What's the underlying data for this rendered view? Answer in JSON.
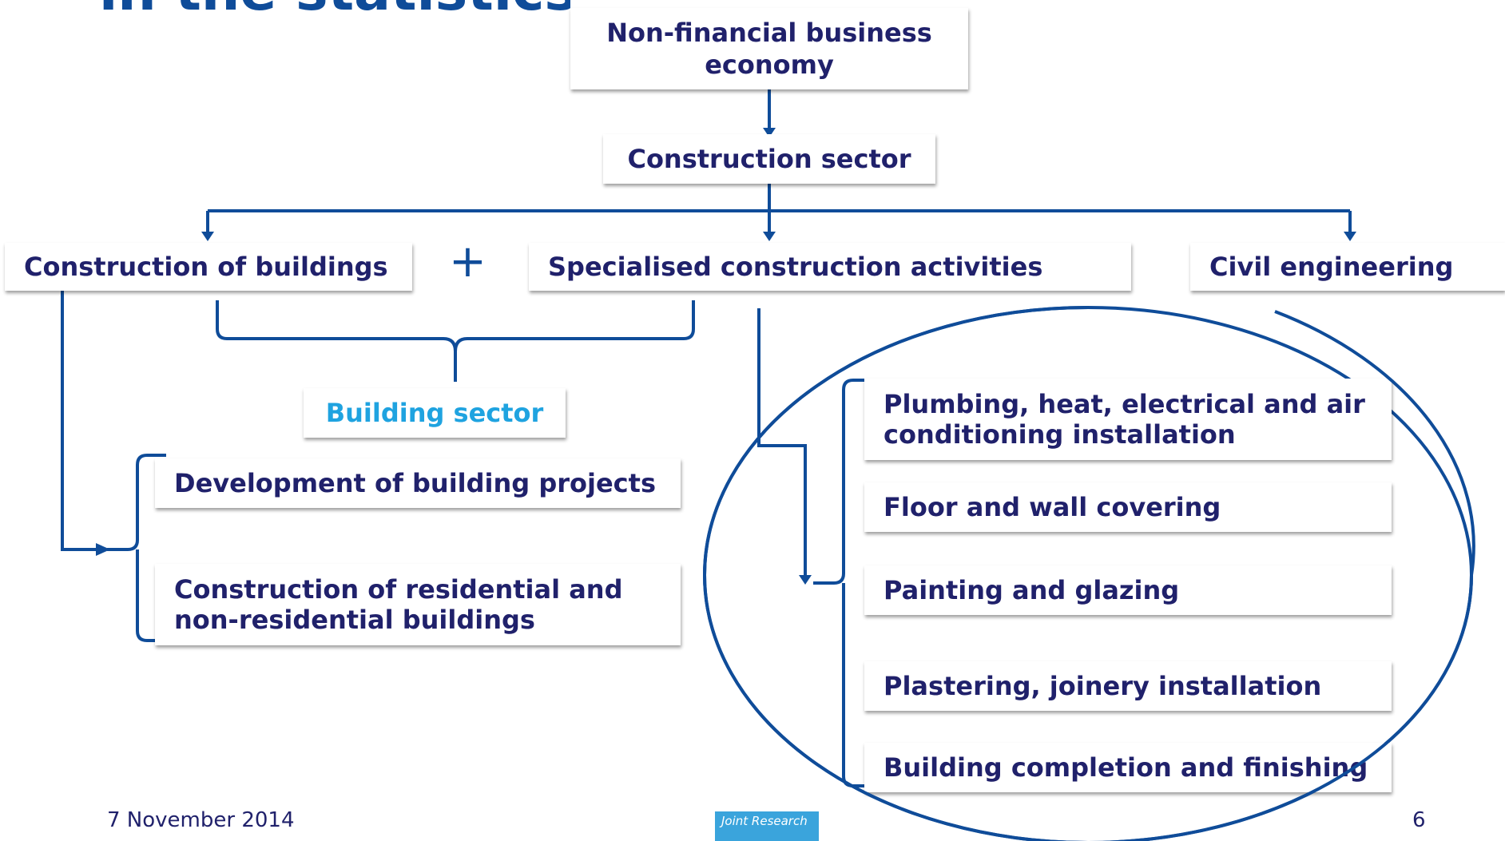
{
  "slide": {
    "title": "in the statistics",
    "date": "7 November 2014",
    "page_number": "6",
    "logo_text": "Joint Research"
  },
  "colors": {
    "title": "#0f4c99",
    "box_text": "#20216b",
    "connector": "#0f4c99",
    "building_sector": "#1fa3e0",
    "logo_bg": "#3aa4dc"
  },
  "nodes": {
    "non_financial": "Non-financial business economy",
    "construction_sector": "Construction sector",
    "construction_buildings": "Construction of buildings",
    "plus": "+",
    "specialised": "Specialised construction activities",
    "civil_engineering": "Civil engineering",
    "building_sector": "Building sector",
    "development_projects": "Development of building projects",
    "residential_buildings": "Construction of residential and non-residential buildings"
  },
  "specialised_items": [
    "Plumbing, heat, electrical and air conditioning installation",
    "Floor and wall covering",
    "Painting and glazing",
    "Plastering, joinery installation",
    "Building completion and finishing"
  ]
}
